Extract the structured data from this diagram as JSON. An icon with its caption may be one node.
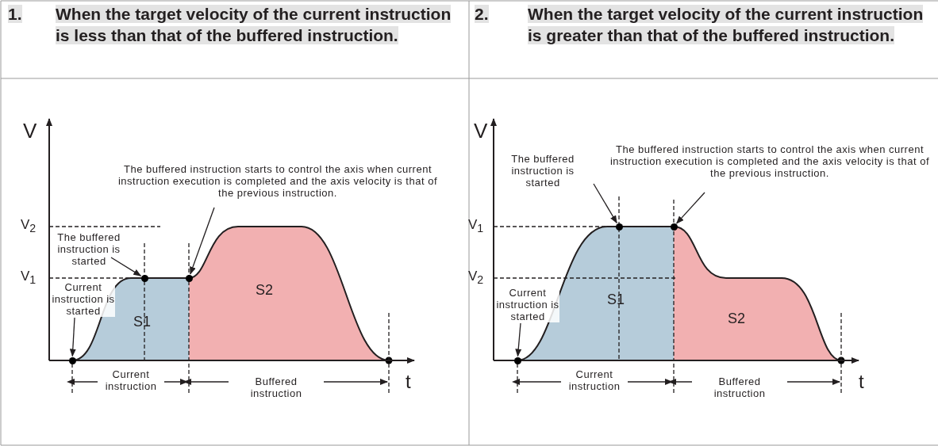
{
  "diagram": {
    "nodes": [
      {
        "text": [
          "The buffered instruction starts to control the axis when current instruction execution is completed and the axis velocity is that of the previous instruction."
        ]
      },
      {
        "text": [
          "The buffered instruction is started"
        ]
      },
      {
        "text": [
          "Current instruction is started"
        ]
      },
      {
        "text": [],
        "shape": "circle"
      },
      {
        "text": [],
        "shape": "circle"
      },
      {
        "text": [],
        "shape": "circle"
      },
      {
        "text": [
          "The buffered instruction is started"
        ]
      },
      {
        "text": [
          "The buffered instruction starts to control the axis when current instruction execution is completed and the axis velocity is that of the previous instruction."
        ]
      },
      {
        "text": [
          "Current instruction is started"
        ]
      },
      {
        "text": [],
        "shape": "circle"
      },
      {
        "text": [],
        "shape": "circle"
      },
      {
        "text": [],
        "shape": "circle"
      }
    ],
    "edges": [
      {
        "from": 0,
        "to": 5,
        "arrow": "to"
      },
      {
        "from": 1,
        "to": 4,
        "arrow": "to"
      },
      {
        "from": 2,
        "to": 3,
        "arrow": "to"
      },
      {
        "from": 6,
        "to": 10,
        "arrow": "to"
      },
      {
        "from": 7,
        "to": 11,
        "arrow": "to"
      },
      {
        "from": 8,
        "to": 9,
        "arrow": "to"
      }
    ],
    "labels": [
      "1.",
      "When the target velocity of the current instruction is less than that of the buffered instruction.",
      "2.",
      "When the target velocity of the current instruction is greater than that of the buffered instruction.",
      "V",
      "V$_{2}$",
      "V$_{1}$",
      "S2",
      "S1",
      "Current instruction",
      "Buffered instruction",
      "t",
      "V",
      "V$_{1}$",
      "V$_{2}$",
      "S1",
      "S2",
      "Current instruction",
      "Buffered instruction",
      "t"
    ]
  }
}
